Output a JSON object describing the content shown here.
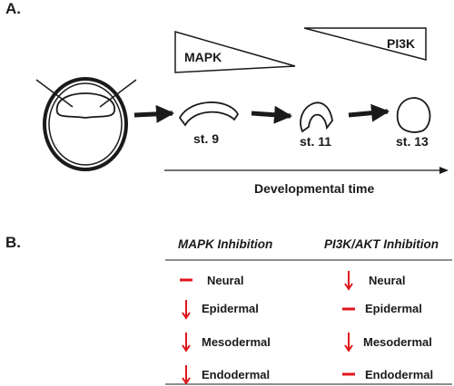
{
  "panel_a": {
    "label": "A.",
    "gradients": {
      "mapk": "MAPK",
      "pi3k": "PI3K"
    },
    "stages": [
      "st. 9",
      "st. 11",
      "st. 13"
    ],
    "time_axis_label": "Developmental time"
  },
  "panel_b": {
    "label": "B.",
    "columns": [
      "MAPK Inhibition",
      "PI3K/AKT Inhibition"
    ],
    "rows": [
      {
        "mapk": {
          "marker": "dash",
          "text": "Neural"
        },
        "pi3k": {
          "marker": "down-arrow",
          "text": "Neural"
        }
      },
      {
        "mapk": {
          "marker": "down-arrow",
          "text": "Epidermal"
        },
        "pi3k": {
          "marker": "dash",
          "text": "Epidermal"
        }
      },
      {
        "mapk": {
          "marker": "down-arrow",
          "text": "Mesodermal"
        },
        "pi3k": {
          "marker": "down-arrow",
          "text": "Mesodermal"
        }
      },
      {
        "mapk": {
          "marker": "down-arrow",
          "text": "Endodermal"
        },
        "pi3k": {
          "marker": "dash",
          "text": "Endodermal"
        }
      }
    ]
  },
  "colors": {
    "marker_red": "#e0161b",
    "ink": "#1a1a1a"
  }
}
